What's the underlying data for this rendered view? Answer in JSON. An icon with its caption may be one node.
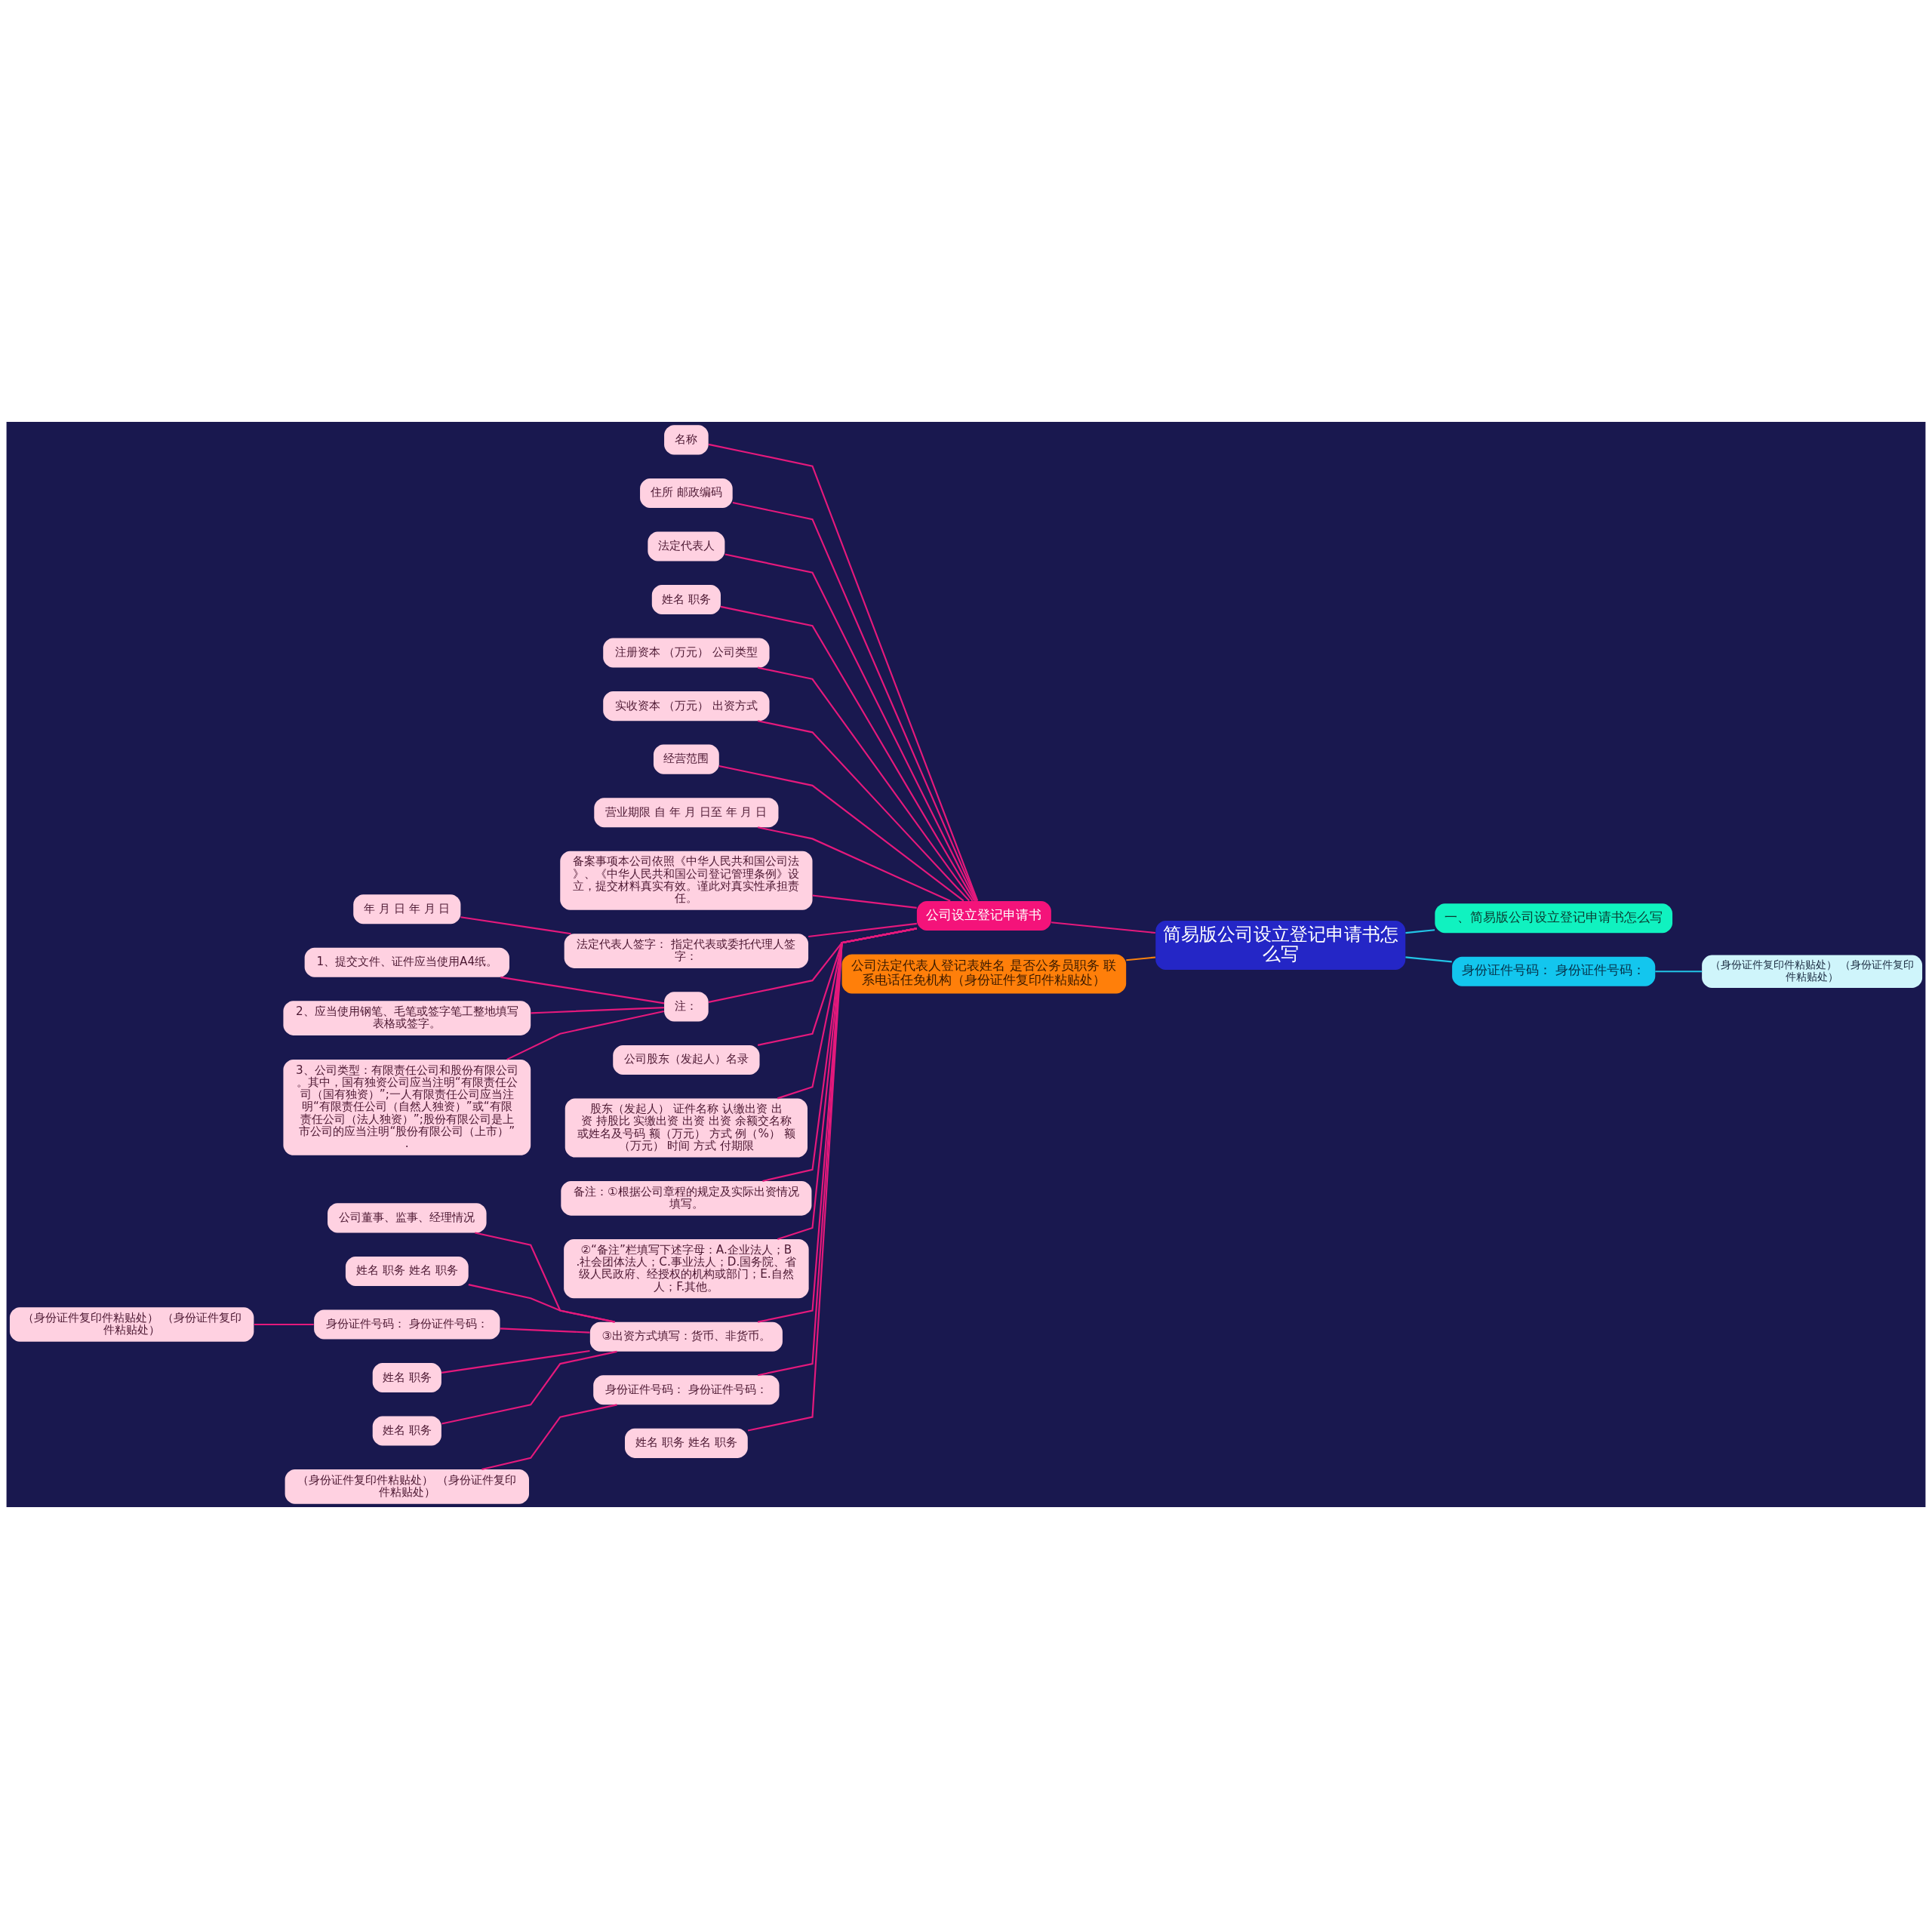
{
  "diagram": {
    "nodes": [
      {
        "text": [
          "简易版公司设立登记申请书怎么写"
        ]
      },
      {
        "text": [
          "一、简易版公司设立登记申请书怎么写"
        ]
      },
      {
        "text": [
          "身份证件号码： 身份证件号码："
        ]
      },
      {
        "text": [
          "（身份证件复印件粘贴处） （身份证件复印件粘贴处）"
        ]
      },
      {
        "text": [
          "公司设立登记申请书"
        ]
      },
      {
        "text": [
          "名称"
        ]
      },
      {
        "text": [
          "住所 邮政编码"
        ]
      },
      {
        "text": [
          "法定代表人"
        ]
      },
      {
        "text": [
          "姓名 职务"
        ]
      },
      {
        "text": [
          "注册资本 （万元） 公司类型"
        ]
      },
      {
        "text": [
          "实收资本 （万元） 出资方式"
        ]
      },
      {
        "text": [
          "经营范围"
        ]
      },
      {
        "text": [
          "营业期限 自 年 月 日至 年 月 日"
        ]
      },
      {
        "text": [
          "备案事项本公司依照《中华人民共和国公司法》、《中华人民共和国公司登记管理条例》设立，提交材料真实有效。谨此对真实性承担责任。"
        ]
      },
      {
        "text": [
          "法定代表人签字： 指定代表或委托代理人签字："
        ]
      },
      {
        "text": [
          "年 月 日 年 月 日"
        ]
      },
      {
        "text": [
          "注："
        ]
      },
      {
        "text": [
          "1、提交文件、证件应当使用A4纸。"
        ]
      },
      {
        "text": [
          "2、应当使用钢笔、毛笔或签字笔工整地填写表格或签字。"
        ]
      },
      {
        "text": [
          "3、公司类型：有限责任公司和股份有限公司。其中，国有独资公司应当注明“有限责任公司（国有独资）”;一人有限责任公司应当注明“有限责任公司（自然人独资）”或“有限责任公司（法人独资）”;股份有限公司是上市公司的应当注明“股份有限公司（上市）”."
        ]
      },
      {
        "text": [
          "公司股东（发起人）名录"
        ]
      },
      {
        "text": [
          "股东（发起人） 证件名称 认缴出资 出资 持股比 实缴出资 出资 出资 余额交名称或姓名及号码 额（万元） 方式 例（%） 额（万元） 时间 方式 付期限"
        ]
      },
      {
        "text": [
          "备注：①根据公司章程的规定及实际出资情况填写。"
        ]
      },
      {
        "text": [
          "②“备注”栏填写下述字母：A.企业法人；B.社会团体法人；C.事业法人；D.国务院、省级人民政府、经授权的机构或部门；E.自然人；F.其他。"
        ]
      },
      {
        "text": [
          "③出资方式填写：货币、非货币。"
        ]
      },
      {
        "text": [
          "公司董事、监事、经理情况"
        ]
      },
      {
        "text": [
          "姓名 职务 姓名 职务"
        ]
      },
      {
        "text": [
          "身份证件号码： 身份证件号码："
        ]
      },
      {
        "text": [
          "（身份证件复印件粘贴处） （身份证件复印件粘贴处）"
        ]
      },
      {
        "text": [
          "姓名 职务"
        ]
      },
      {
        "text": [
          "姓名 职务"
        ]
      },
      {
        "text": [
          "身份证件号码： 身份证件号码："
        ]
      },
      {
        "text": [
          "（身份证件复印件粘贴处） （身份证件复印件粘贴处）"
        ]
      },
      {
        "text": [
          "姓名 职务 姓名 职务"
        ]
      },
      {
        "text": [
          "公司法定代表人登记表姓名 是否公务员职务 联系电话任免机构（身份证件复印件粘贴处）"
        ]
      }
    ],
    "edges": [
      {
        "from": 0,
        "to": 1,
        "arrow": "none",
        "color": "#22c4e6"
      },
      {
        "from": 0,
        "to": 2,
        "arrow": "none",
        "color": "#22c4e6"
      },
      {
        "from": 2,
        "to": 3,
        "arrow": "none",
        "color": "#22c4e6"
      },
      {
        "from": 0,
        "to": 4,
        "arrow": "none"
      },
      {
        "from": 4,
        "to": 5,
        "arrow": "none"
      },
      {
        "from": 4,
        "to": 6,
        "arrow": "none"
      },
      {
        "from": 4,
        "to": 7,
        "arrow": "none"
      },
      {
        "from": 4,
        "to": 8,
        "arrow": "none"
      },
      {
        "from": 4,
        "to": 9,
        "arrow": "none"
      },
      {
        "from": 4,
        "to": 10,
        "arrow": "none"
      },
      {
        "from": 4,
        "to": 11,
        "arrow": "none"
      },
      {
        "from": 4,
        "to": 12,
        "arrow": "none"
      },
      {
        "from": 4,
        "to": 13,
        "arrow": "none"
      },
      {
        "from": 4,
        "to": 14,
        "arrow": "none"
      },
      {
        "from": 14,
        "to": 15,
        "arrow": "none"
      },
      {
        "from": 4,
        "to": 16,
        "arrow": "none"
      },
      {
        "from": 16,
        "to": 17,
        "arrow": "none"
      },
      {
        "from": 16,
        "to": 18,
        "arrow": "none"
      },
      {
        "from": 16,
        "to": 19,
        "arrow": "none"
      },
      {
        "from": 4,
        "to": 20,
        "arrow": "none"
      },
      {
        "from": 4,
        "to": 21,
        "arrow": "none"
      },
      {
        "from": 4,
        "to": 22,
        "arrow": "none"
      },
      {
        "from": 4,
        "to": 23,
        "arrow": "none"
      },
      {
        "from": 4,
        "to": 24,
        "arrow": "none"
      },
      {
        "from": 24,
        "to": 25,
        "arrow": "none"
      },
      {
        "from": 24,
        "to": 26,
        "arrow": "none"
      },
      {
        "from": 24,
        "to": 27,
        "arrow": "none"
      },
      {
        "from": 27,
        "to": 28,
        "arrow": "none"
      },
      {
        "from": 24,
        "to": 29,
        "arrow": "none"
      },
      {
        "from": 24,
        "to": 30,
        "arrow": "none"
      },
      {
        "from": 4,
        "to": 31,
        "arrow": "none"
      },
      {
        "from": 31,
        "to": 32,
        "arrow": "none"
      },
      {
        "from": 4,
        "to": 33,
        "arrow": "none"
      },
      {
        "from": 0,
        "to": 34,
        "arrow": "none",
        "color": "#f7820f"
      }
    ]
  }
}
